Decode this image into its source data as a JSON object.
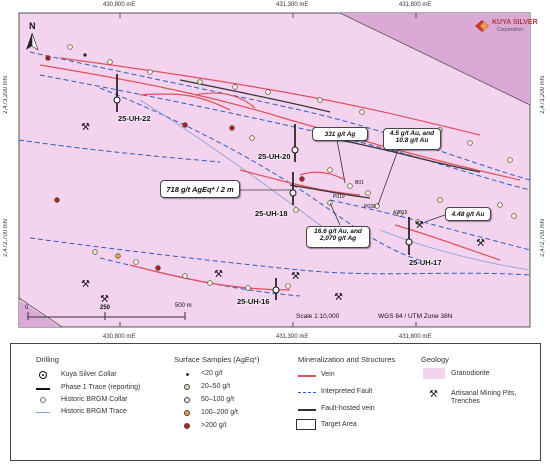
{
  "logo": {
    "name": "KUYA SILVER",
    "tagline": "Corporation"
  },
  "north_arrow": {
    "label": "N"
  },
  "grid": {
    "easting_top": [
      "430,800 mE",
      "431,300 mE",
      "431,800 mE"
    ],
    "easting_bottom": [
      "430,800 mE",
      "431,300 mE",
      "431,800 mE"
    ],
    "northing_left": [
      "2,473,200 mN",
      "2,472,700 mN"
    ],
    "northing_right": [
      "2,473,200 mN",
      "2,472,700 mN"
    ]
  },
  "drill_holes": [
    "25-UH-22",
    "25-UH-20",
    "25-UH-18",
    "25-UH-17",
    "25-UH-16"
  ],
  "callouts": [
    "331 g/t Ag",
    "4.5 g/t Au, and 10.8 g/t Au",
    "718 g/t AgEq* / 2 m",
    "4.48 g/t Au",
    "16.6 g/t Au, and 2,070 g/t Ag"
  ],
  "sample_labels": [
    "B01",
    "P019",
    "P030",
    "A2015"
  ],
  "scalebar": {
    "zero": "0",
    "mid": "250",
    "end": "500 m"
  },
  "scale_text": "Scale 1:10,000",
  "projection": "WGS 84 / UTM Zone 38N",
  "legend": {
    "drilling": {
      "title": "Drilling",
      "items": [
        "Kuya Silver Collar",
        "Phase 1 Trace (reporting)",
        "Historic BRGM Collar",
        "Historic BRGM Trace"
      ]
    },
    "samples": {
      "title": "Surface Samples (AgEq*)",
      "items": [
        "<20 g/t",
        "20–50 g/t",
        "50–100 g/t",
        "100–200 g/t",
        ">200 g/t"
      ]
    },
    "structures": {
      "title": "Mineralization and Structures",
      "items": [
        "Vein",
        "Interpreted Fault",
        "Fault-hosted vein",
        "Target Area"
      ]
    },
    "geology": {
      "title": "Geology",
      "items": [
        "Granodiorite",
        "Artisanal Mining Pits, Trenches"
      ]
    }
  },
  "colors": {
    "granodiorite": "#f4d3ee",
    "target_area": "#dba9d6",
    "vein": "#e0505a",
    "fault": "#2d5ec4",
    "sample_lt20": "#1a1a1a",
    "sample_20_50": "#d8e8b0",
    "sample_50_100": "#f2eccb",
    "sample_100_200": "#e8a050",
    "sample_gt200": "#b02020"
  }
}
